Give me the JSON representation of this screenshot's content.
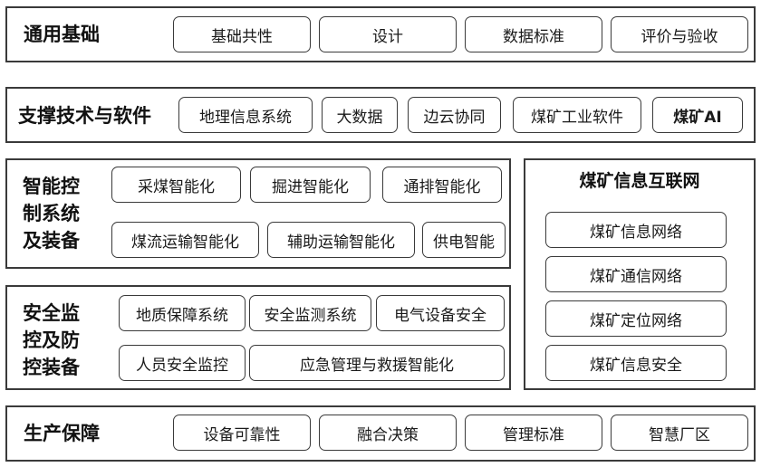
{
  "rows": {
    "general": {
      "label": "通用基础",
      "items": [
        "基础共性",
        "设计",
        "数据标准",
        "评价与验收"
      ]
    },
    "support": {
      "label": "支撑技术与软件",
      "items": [
        "地理信息系统",
        "大数据",
        "边云协同",
        "煤矿工业软件",
        "煤矿AI"
      ]
    },
    "control": {
      "label": [
        "智能控",
        "制系统",
        "及装备"
      ],
      "items": [
        "采煤智能化",
        "掘进智能化",
        "通排智能化",
        "煤流运输智能化",
        "辅助运输智能化",
        "供电智能"
      ]
    },
    "safety": {
      "label": [
        "安全监",
        "控及防",
        "控装备"
      ],
      "items": [
        "地质保障系统",
        "安全监测系统",
        "电气设备安全",
        "人员安全监控",
        "应急管理与救援智能化"
      ]
    },
    "production": {
      "label": "生产保障",
      "items": [
        "设备可靠性",
        "融合决策",
        "管理标准",
        "智慧厂区"
      ]
    }
  },
  "network": {
    "title": "煤矿信息互联网",
    "items": [
      "煤矿信息网络",
      "煤矿通信网络",
      "煤矿定位网络",
      "煤矿信息安全"
    ]
  },
  "colors": {
    "border": "#3a3a3a",
    "text": "#1a1a1a",
    "background": "#ffffff"
  }
}
